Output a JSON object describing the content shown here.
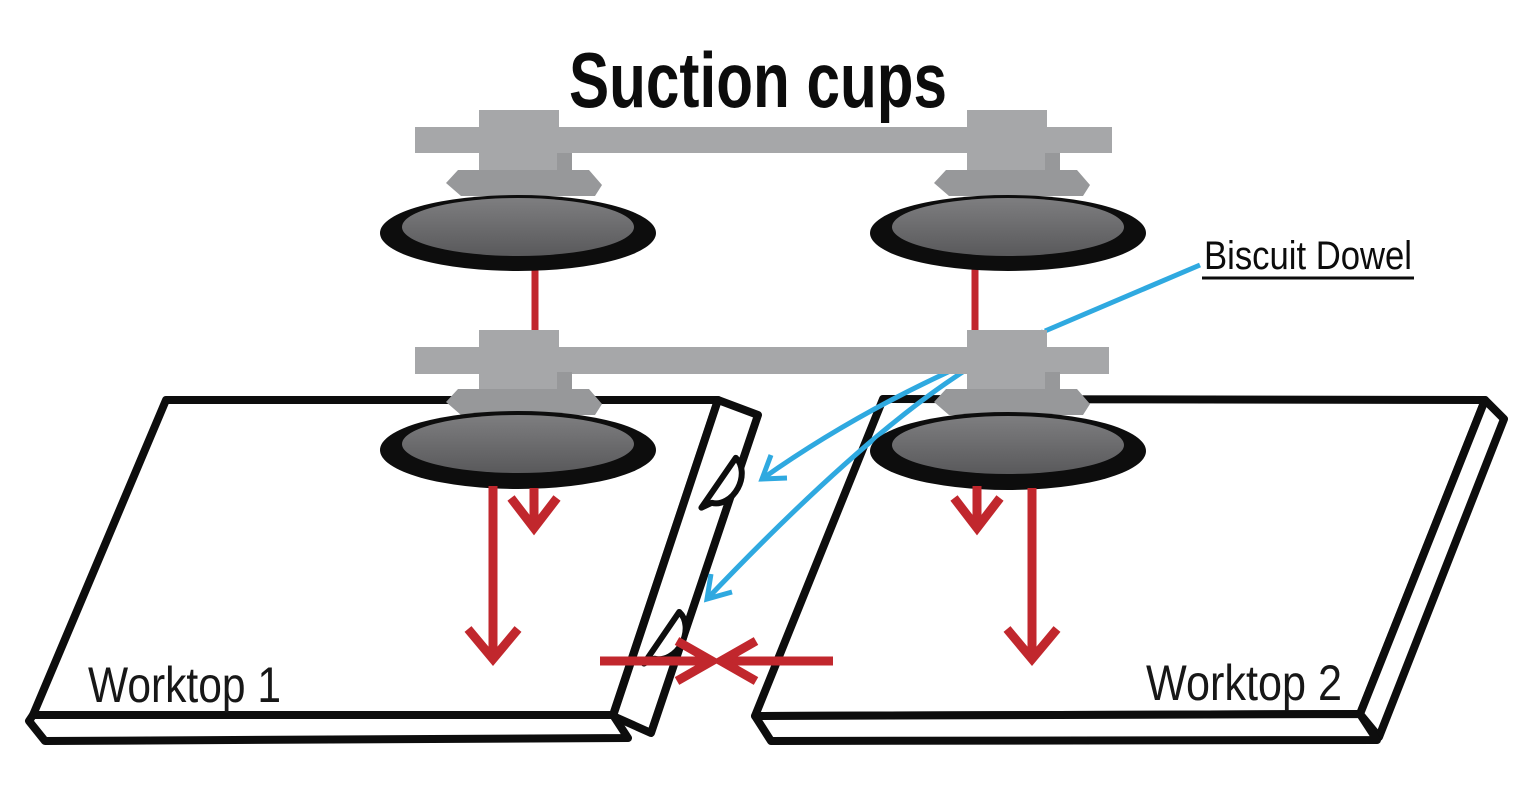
{
  "title": "Suction cups",
  "labels": {
    "worktop1": "Worktop 1",
    "worktop2": "Worktop 2",
    "biscuit_dowel": "Biscuit Dowel"
  },
  "colors": {
    "background": "#ffffff",
    "outline_black": "#0d0d0d",
    "tool_gray": "#a6a7a9",
    "flange_gray": "#97989a",
    "pad_gray_top": "#7e7e80",
    "pad_gray_bottom": "#59595b",
    "arrow_red": "#c1272d",
    "callout_blue": "#2fa9e0"
  },
  "figure": {
    "worktops": 2,
    "suction_cup_assemblies": 4,
    "connecting_rails": 2,
    "biscuits": 2,
    "red_force_arrows": 6,
    "blue_callout_arrows": 2
  }
}
